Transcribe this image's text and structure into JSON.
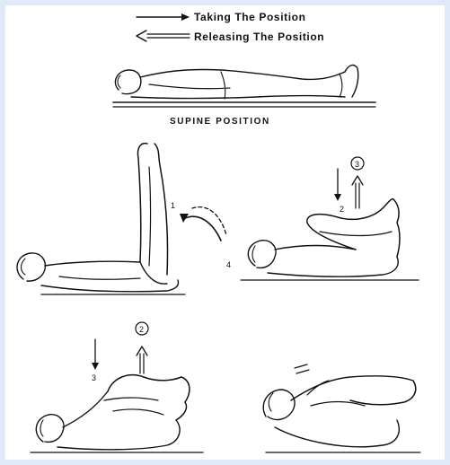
{
  "legend": {
    "taking": "Taking The Position",
    "releasing": "Releasing The Position"
  },
  "caption": "SUPINE POSITION",
  "step_labels": {
    "one": "1",
    "two_top": "2",
    "three_circled": "3",
    "four": "4",
    "two_circled": "2",
    "three_bottom": "3"
  }
}
